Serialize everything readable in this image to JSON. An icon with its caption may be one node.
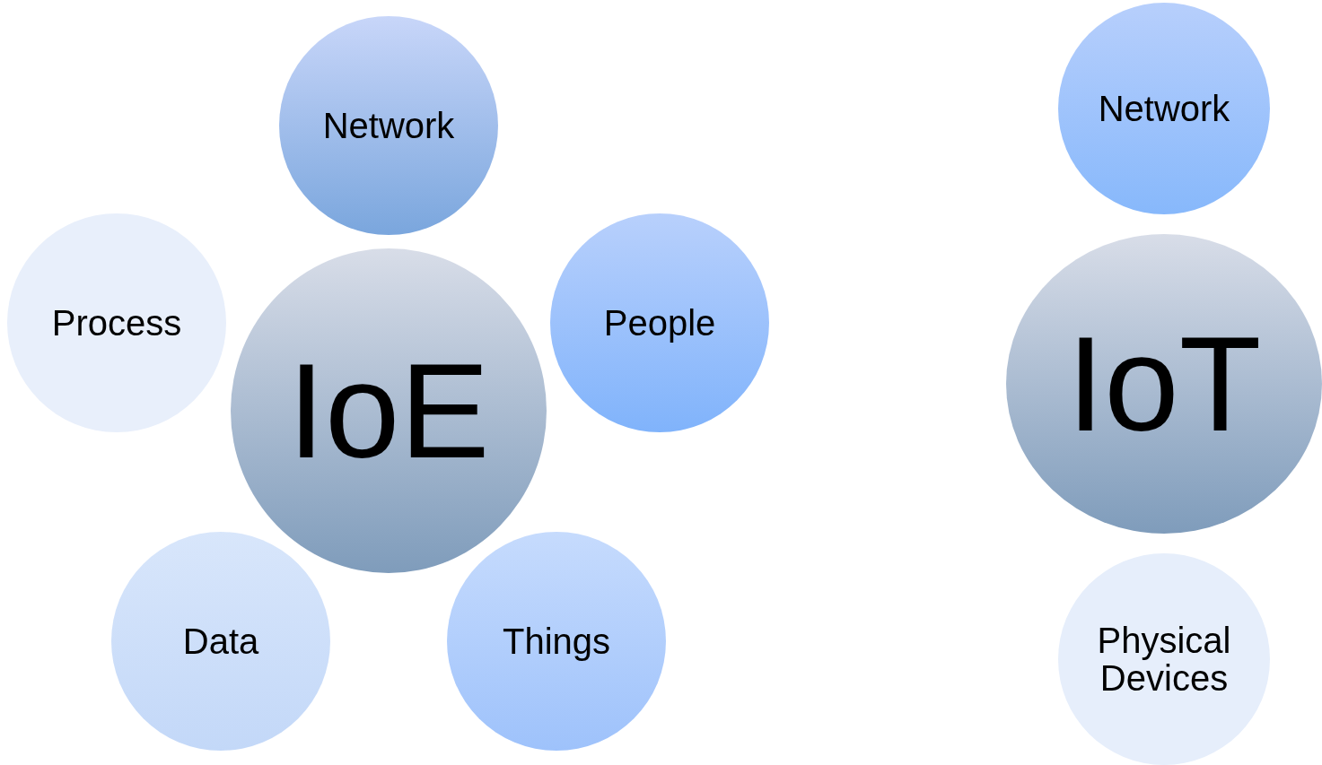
{
  "diagram": {
    "nodes": [
      {
        "text": [
          "IoE"
        ]
      },
      {
        "text": [
          "Network"
        ]
      },
      {
        "text": [
          "Process"
        ]
      },
      {
        "text": [
          "People"
        ]
      },
      {
        "text": [
          "Data"
        ]
      },
      {
        "text": [
          "Things"
        ]
      },
      {
        "text": [
          "IoT"
        ]
      },
      {
        "text": [
          "Network"
        ]
      },
      {
        "text": [
          "Physical Devices"
        ]
      }
    ]
  }
}
